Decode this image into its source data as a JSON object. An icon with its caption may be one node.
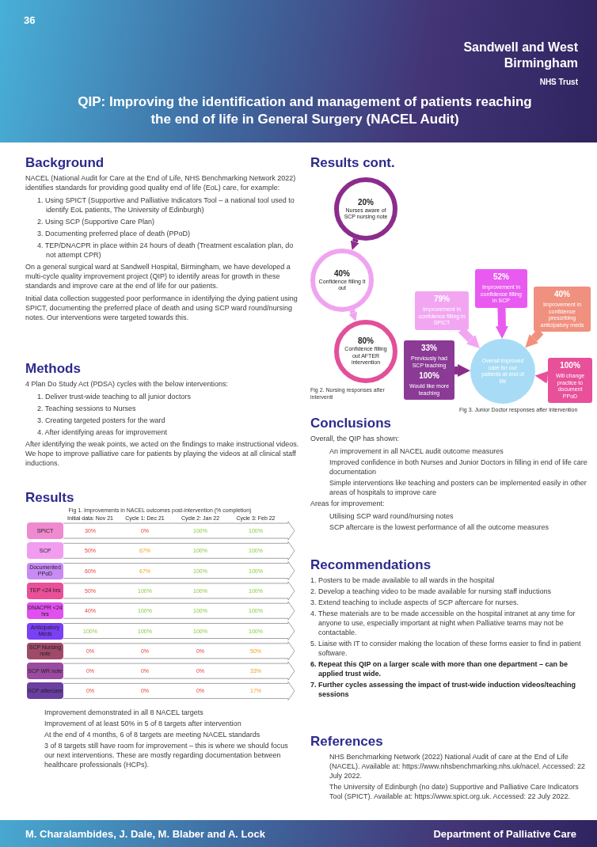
{
  "diagram": {
    "title": "QIP: Improving the identification and management of patients reaching the end of life in General Surgery (NACEL Audit)",
    "nodes": [
      {
        "text": [
          "20%",
          "Nurses aware of SCP nursing note"
        ]
      },
      {
        "text": [
          "40%",
          "Confidence filling it out"
        ]
      },
      {
        "text": [
          "80%",
          "Confidence filling out AFTER intervention"
        ]
      },
      {
        "text": [
          "79%",
          "Improvement in confidence filling in SPICT"
        ]
      },
      {
        "text": [
          "52%",
          "Improvement in confidence filling in SCP"
        ]
      },
      {
        "text": [
          "40%",
          "Improvement in confidence prescribing anticipatory meds"
        ]
      },
      {
        "text": [
          "33%",
          "Previously had SCP teaching",
          "100%",
          "Would like more teaching"
        ]
      },
      {
        "text": [
          "Overall improved care for our patients at end of life"
        ]
      },
      {
        "text": [
          "100%",
          "Will change practice to document PPoD"
        ]
      },
      {
        "text": [
          "SPICT"
        ]
      },
      {
        "text": [
          "SCP"
        ]
      },
      {
        "text": [
          "Documented PPoD"
        ]
      },
      {
        "text": [
          "TEP <24 hrs"
        ]
      },
      {
        "text": [
          "DNACPR <24 hrs"
        ]
      },
      {
        "text": [
          "Anticipatory Meds"
        ]
      },
      {
        "text": [
          "SCP Nursing note"
        ]
      },
      {
        "text": [
          "SCP WR note"
        ]
      },
      {
        "text": [
          "SCP aftercare"
        ]
      }
    ],
    "edges": [
      {
        "from": 0,
        "to": 1,
        "arrow": "to",
        "color": "#8b2c8c"
      },
      {
        "from": 1,
        "to": 2,
        "arrow": "to",
        "color": "#f0a4f0"
      },
      {
        "from": 3,
        "to": 7,
        "arrow": "to",
        "color": "#f2a6f2"
      },
      {
        "from": 4,
        "to": 7,
        "arrow": "to",
        "color": "#e85af0"
      },
      {
        "from": 5,
        "to": 7,
        "arrow": "to",
        "color": "#f0907e"
      },
      {
        "from": 6,
        "to": 7,
        "arrow": "to",
        "color": "#8b2c8c"
      },
      {
        "from": 8,
        "to": 7,
        "arrow": "to",
        "color": "#e8509a"
      },
      {
        "from": 9,
        "to": null,
        "arrow": "to"
      },
      {
        "from": 10,
        "to": null,
        "arrow": "to"
      },
      {
        "from": 11,
        "to": null,
        "arrow": "to"
      },
      {
        "from": 12,
        "to": null,
        "arrow": "to"
      },
      {
        "from": 13,
        "to": null,
        "arrow": "to"
      },
      {
        "from": 14,
        "to": null,
        "arrow": "to"
      },
      {
        "from": 15,
        "to": null,
        "arrow": "to"
      },
      {
        "from": 16,
        "to": null,
        "arrow": "to"
      },
      {
        "from": 17,
        "to": null,
        "arrow": "to"
      }
    ],
    "labels": [
      "36",
      "Sandwell and West Birmingham",
      "NHS Trust",
      "Background",
      "NACEL (National Audit for Care at the End of Life, NHS Benchmarking Network 2022) identifies standards for providing good quality end of life (EoL) care, for example:",
      "1. Using SPICT (Supportive and Palliative Indicators Tool – a national tool used to identify EoL patients, The University of Edinburgh)",
      "2. Using SCP (Supportive Care Plan)",
      "3. Documenting preferred place of death (PPoD)",
      "4. TEP/DNACPR in place within 24 hours of death (Treatment escalation plan, do not attempt CPR)",
      "On a general surgical ward at Sandwell Hospital, Birmingham, we have developed a multi-cycle quality improvement project (QIP) to identify areas for growth in these standards and improve care at the end of life for our patients.",
      "Initial data collection suggested poor performance in identifying the dying patient using SPICT, documenting the preferred place of death and using SCP ward round/nursing notes. Our interventions were targeted towards this.",
      "Methods",
      "4 Plan Do Study Act (PDSA) cycles with the below interventions:",
      "1. Deliver trust-wide teaching to all junior doctors",
      "2. Teaching sessions to Nurses",
      "3. Creating targeted posters for the ward",
      "4. After identifying areas for improvement",
      "After identifying the weak points, we acted on the findings to make instructional videos. We hope to improve palliative care for patients by playing the videos at all clinical staff inductions.",
      "Results",
      "Fig 1. Improvements in NACEL outcomes post-intervention (% completion)",
      "Initial data: Nov 21",
      "Cycle 1: Dec 21",
      "Cycle 2: Jan 22",
      "Cycle 3: Feb 22",
      "30%",
      "0%",
      "100%",
      "100%",
      "50%",
      "67%",
      "100%",
      "100%",
      "60%",
      "67%",
      "100%",
      "100%",
      "50%",
      "100%",
      "100%",
      "100%",
      "40%",
      "100%",
      "100%",
      "100%",
      "100%",
      "100%",
      "100%",
      "100%",
      "0%",
      "0%",
      "0%",
      "50%",
      "0%",
      "0%",
      "0%",
      "33%",
      "0%",
      "0%",
      "0%",
      "17%",
      "Improvement demonstrated in all 8 NACEL targets",
      "Improvement of at least 50% in 5 of 8 targets after intervention",
      "At the end of 4 months, 6 of 8 targets are meeting NACEL standards",
      "3 of 8 targets still have room for improvement – this is where we should focus our next interventions. These are mostly regarding documentation between healthcare professionals (HCPs).",
      "Results cont.",
      "Fig 2. Nursing responses after interventi",
      "Fig 3. Junior Doctor responses after intervention",
      "Conclusions",
      "Overall, the QIP has shown:",
      "An improvement in all NACEL audit outcome measures",
      "Improved confidence in both Nurses and Junior Doctors in filling in end of life care documentation",
      "Simple interventions like teaching and posters can be implemented easily in other areas of hospitals to improve care",
      "Areas for improvement:",
      "Utilising SCP ward round/nursing notes",
      "SCP aftercare is the lowest performance of all the outcome measures",
      "Recommendations",
      "1. Posters to be made available to all wards in the hospital",
      "2. Develop a teaching video to be made available for nursing staff inductions",
      "3. Extend teaching to include aspects of SCP aftercare for nurses.",
      "4. These materials are to be made accessible on the hospital intranet at any time for anyone to use, especially important at night when Palliative teams may not be contactable.",
      "5. Liaise with IT to consider making the location of these forms easier to find in patient software.",
      "6. Repeat this QIP on a larger scale with more than one department – can be applied trust wide.",
      "7. Further cycles assessing the impact of trust-wide induction videos/teaching sessions",
      "References",
      "NHS Benchmarking Network (2022) National Audit of care at the End of Life (NACEL). Available at: https://www.nhsbenchmarking.nhs.uk/nacel. Accessed: 22 July 2022.",
      "The University of Edinburgh (no date) Supportive and Palliative Care Indicators Tool (SPICT). Available at: https://www.spict.org.uk. Accessed: 22 July 2022.",
      "M. Charalambides, J. Dale, M. Blaber and A. Lock",
      "Department of Palliative Care"
    ]
  }
}
